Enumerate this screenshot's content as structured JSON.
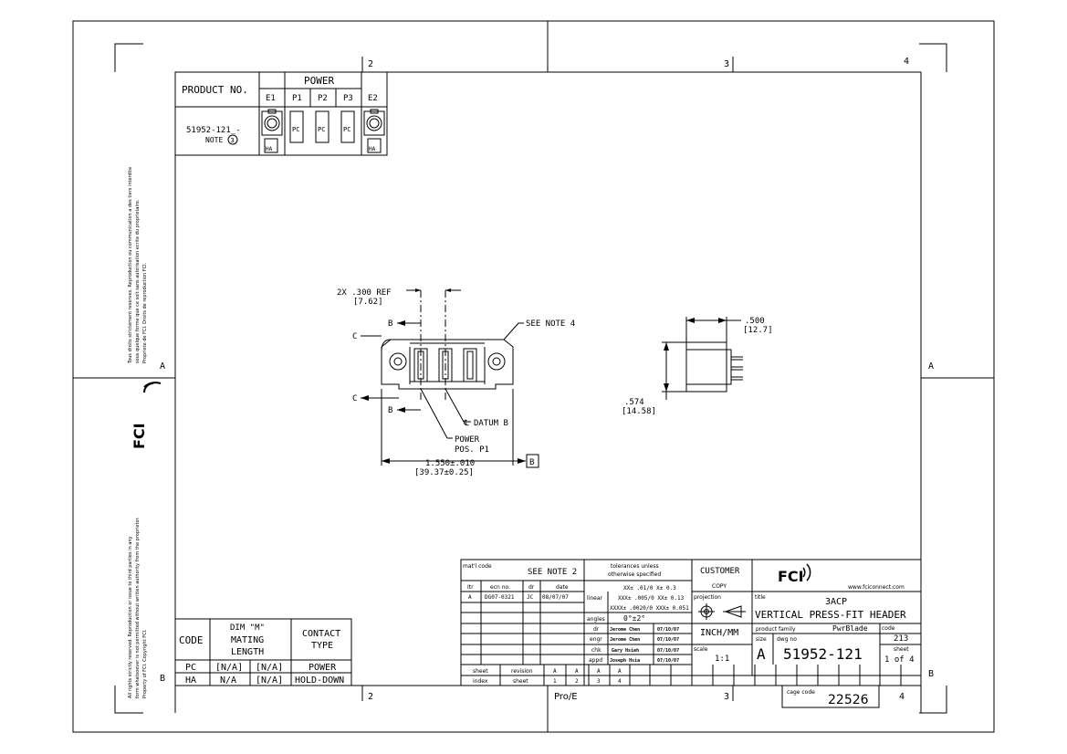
{
  "border": {
    "zones_top": [
      "2",
      "3",
      "4"
    ],
    "zones_bottom": [
      "2",
      "3",
      "4"
    ],
    "zones_left": [
      "A",
      "B"
    ],
    "zones_right": [
      "A",
      "B"
    ],
    "pro_e": "Pro/E"
  },
  "side_notice": {
    "fr": "Tous droits strictement reserves. Reproduction ou communication a des tiers interdite sous quelque forme que ce soit sans autorisation ecrite du proprietaire. Propriete de FCI. Droits de reproduction FCI.",
    "en": "All rights strictly reserved. Reproduction or issue to third parties in any form whatsoever is not permitted without written authority from the proprietor. Property of FCI. Copyright FCI.",
    "logo": "FCI"
  },
  "product_table": {
    "header_product": "PRODUCT NO.",
    "header_power": "POWER",
    "positions": [
      "E1",
      "P1",
      "P2",
      "P3",
      "E2"
    ],
    "part": "51952-121_-",
    "note": "NOTE",
    "note_num": "3",
    "pc": "PC",
    "ha": "HA"
  },
  "front_view": {
    "ref_dim": "2X .300 REF",
    "ref_dim_mm": "[7.62]",
    "see_note": "SEE NOTE 4",
    "label_b": "B",
    "label_c": "C",
    "datum": "DATUM B",
    "power_1": "POWER",
    "power_2": "POS. P1",
    "width_dim": "1.550±.010",
    "width_dim_mm": "[39.37±0.25]",
    "datum_box": "B"
  },
  "side_view": {
    "depth_dim": ".500",
    "depth_dim_mm": "[12.7]",
    "height_dim": ".574",
    "height_dim_mm": "[14.58]"
  },
  "code_table": {
    "headers": [
      "CODE",
      "DIM \"M\"",
      "MATING",
      "LENGTH",
      "CONTACT",
      "TYPE"
    ],
    "rows": [
      [
        "PC",
        "[N/A]",
        "[N/A]",
        "POWER"
      ],
      [
        "HA",
        "N/A",
        "[N/A]",
        "HOLD-DOWN"
      ]
    ]
  },
  "title_block": {
    "matl_code": "mat'l code",
    "see_note_2": "SEE NOTE 2",
    "rev_headers": [
      "Itr",
      "ecn no.",
      "dr",
      "date"
    ],
    "rev_row": [
      "A",
      "DG07-0321",
      "JC",
      "08/07/07"
    ],
    "tol_1": "tolerances unless",
    "tol_2": "otherwise specified",
    "linear": "linear",
    "tol_lin_1": "XX± .01/0 X± 0.3",
    "tol_lin_2": "XXX± .005/0 XX± 0.13",
    "tol_lin_3": "XXXX± .0020/0 XXX± 0.051",
    "angles": "angles",
    "angles_val": "0°±2°",
    "roles": [
      "dr",
      "engr",
      "chk",
      "appd"
    ],
    "names": [
      "Jerome Chen",
      "Jerome Chen",
      "Gary Hsieh",
      "Joseph Hsia"
    ],
    "dates": [
      "07/10/07",
      "07/10/07",
      "07/10/07",
      "07/10/07"
    ],
    "sheet_index_1": "sheet",
    "sheet_index_2": "index",
    "revision": "revision",
    "sheet": "sheet",
    "rev_letters": [
      "A",
      "A",
      "A",
      "A"
    ],
    "sheet_nums": [
      "1",
      "2",
      "3",
      "4"
    ],
    "customer": "CUSTOMER",
    "copy": "COPY",
    "projection": "projection",
    "units": "INCH/MM",
    "scale_label": "scale",
    "scale": "1:1",
    "logo": "FCI",
    "website": "www.fciconnect.com",
    "title_label": "title",
    "title_1": "3ACP",
    "title_2": "VERTICAL PRESS-FIT HEADER",
    "product_family_label": "product family",
    "product_family": "PwrBlade",
    "code_label": "code",
    "code": "213",
    "size_label": "size",
    "size": "A",
    "dwg_no_label": "dwg no",
    "dwg_no": "51952-121",
    "sheet_label": "sheet",
    "sheet_of": "1 of 4",
    "cage_code_label": "cage code",
    "cage_code": "22526"
  }
}
